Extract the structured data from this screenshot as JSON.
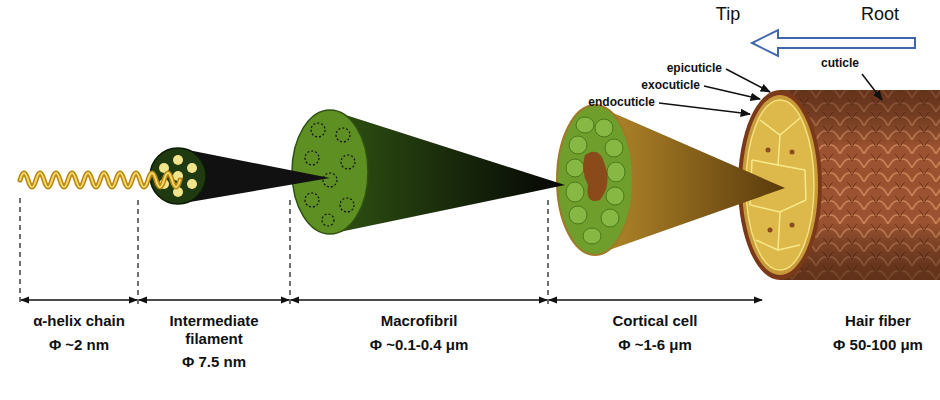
{
  "diagram": {
    "labels": [
      "Tip",
      "Root",
      "epicuticle",
      "cuticle",
      "exocuticle",
      "endocuticle",
      "α-helix chain",
      "Φ ~2 nm",
      "Intermediate filament",
      "Φ 7.5 nm",
      "Macrofibril",
      "Φ ~0.1-0.4 μm",
      "Cortical cell",
      "Φ ~1-6 μm",
      "Hair fiber",
      "Φ 50-100 μm"
    ]
  }
}
